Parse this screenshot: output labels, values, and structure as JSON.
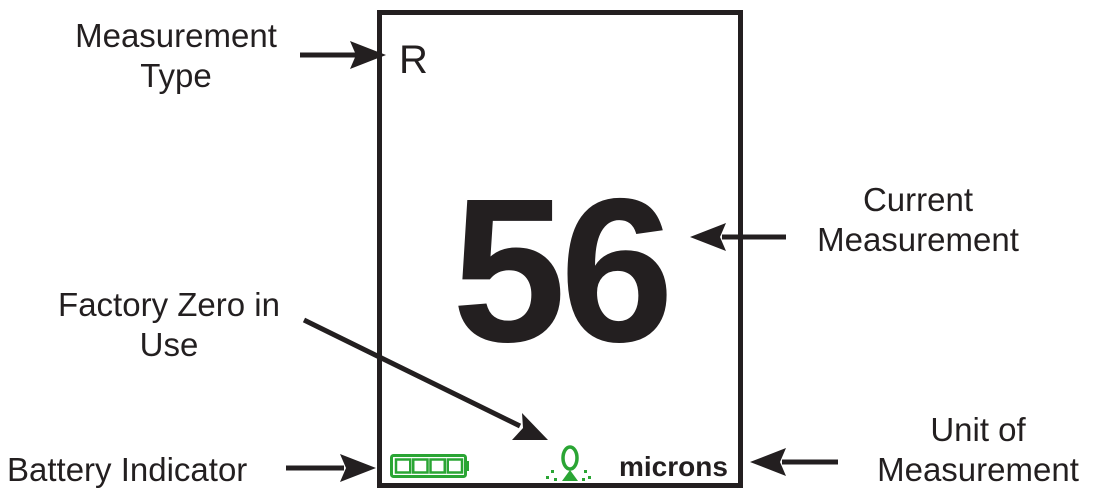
{
  "annotations": {
    "measurement_type": [
      "Measurement",
      "Type"
    ],
    "current_measurement": [
      "Current",
      "Measurement"
    ],
    "factory_zero": [
      "Factory Zero in",
      "Use"
    ],
    "unit_of_measurement": [
      "Unit of",
      "Measurement"
    ],
    "battery_indicator": "Battery Indicator"
  },
  "screen": {
    "measurement_type_letter": "R",
    "reading": "56",
    "unit": "microns",
    "battery_segments": 4,
    "icons": [
      "battery-icon",
      "factory-zero-icon"
    ]
  },
  "colors": {
    "ink": "#231f20",
    "indicator_green": "#2aa534"
  }
}
